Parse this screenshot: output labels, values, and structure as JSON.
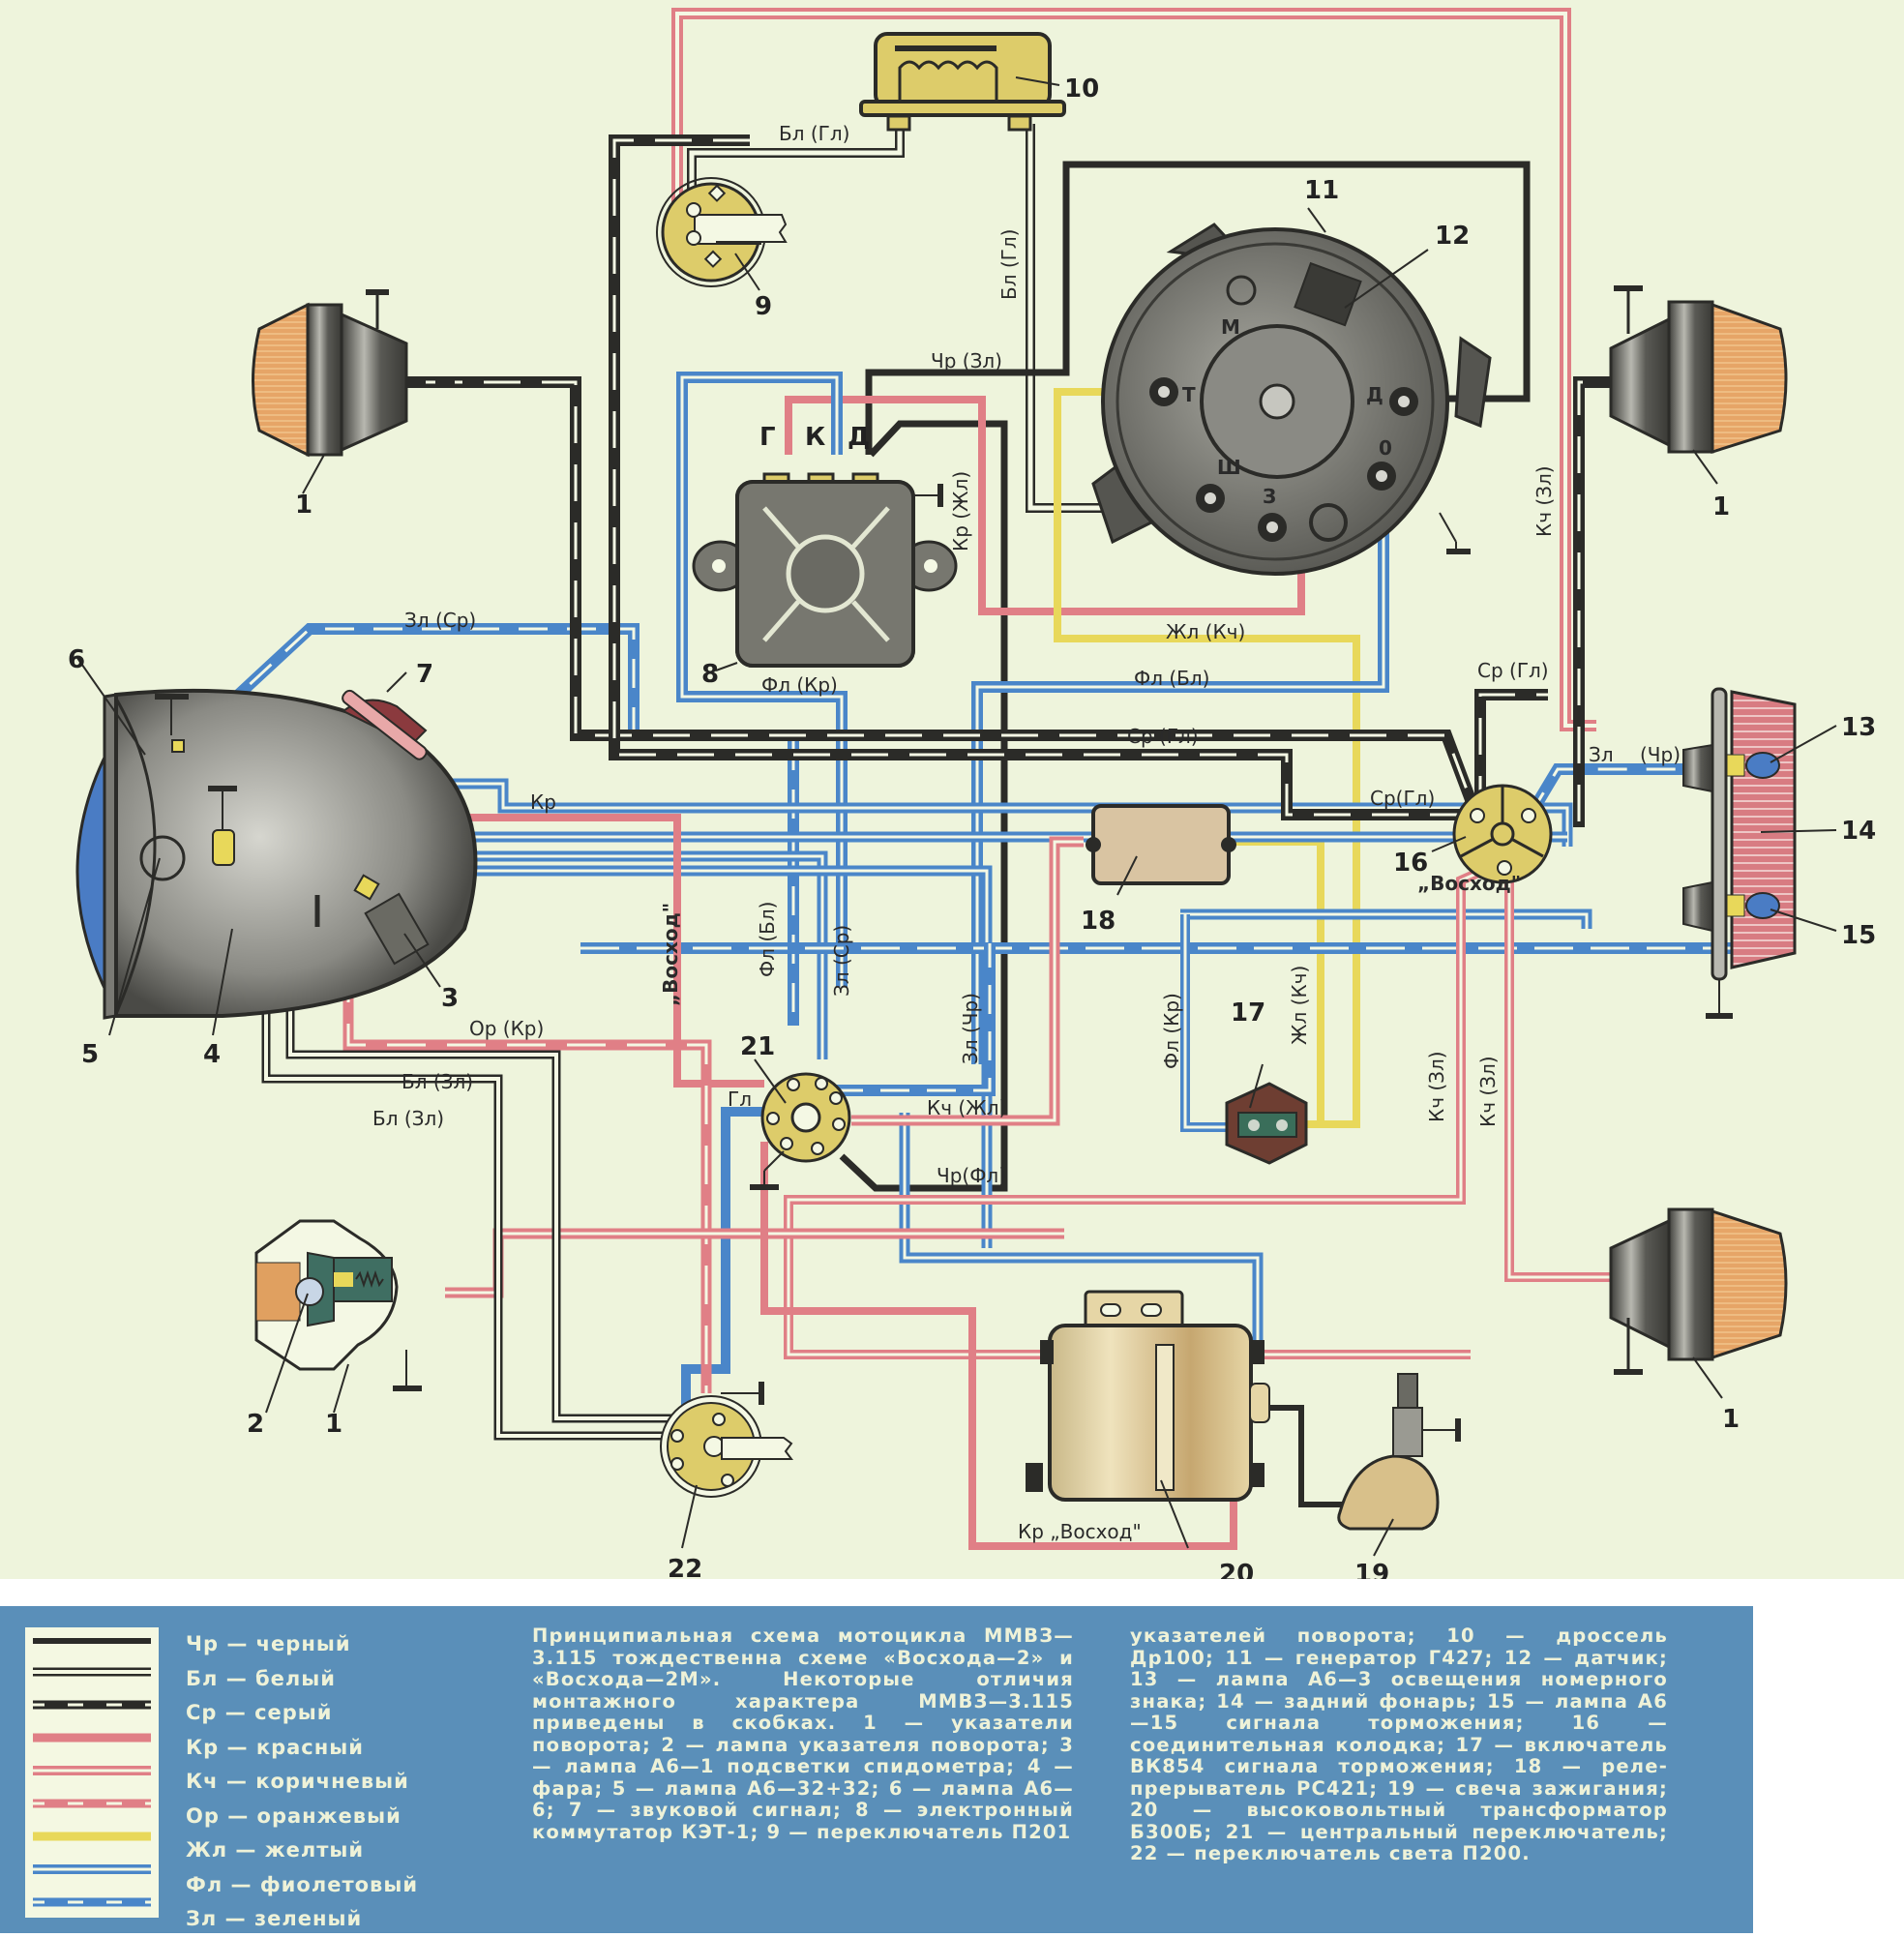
{
  "diagram": {
    "title": "Принципиальная схема мотоцикла ММВЗ-3.115",
    "component_numbers": [
      "1",
      "1",
      "1",
      "1",
      "2",
      "3",
      "4",
      "5",
      "6",
      "7",
      "8",
      "9",
      "10",
      "11",
      "12",
      "13",
      "14",
      "15",
      "16",
      "17",
      "18",
      "19",
      "20",
      "21",
      "22"
    ],
    "commutator_terminals": [
      "Г",
      "К",
      "Д"
    ],
    "generator_terminals": [
      "М",
      "Т",
      "Д",
      "Ш",
      "З",
      "0"
    ],
    "wire_labels": {
      "bl_gl_top": "Бл (Гл)",
      "bl_gl_vertical": "Бл (Гл)",
      "chr_zl": "Чр (Зл)",
      "kr_zhl": "Кр (Жл)",
      "kch_zl_right": "Кч (Зл)",
      "zl_sr": "Зл (Ср)",
      "zhl_kch": "Жл (Кч)",
      "fl_kr_top": "Фл (Кр)",
      "fl_bl": "Фл (Бл)",
      "sr_gl_upper": "Ср (Гл)",
      "sr_gl_right": "Ср (Гл)",
      "sr_gl_junction": "Ср(Гл)",
      "zl": "Зл",
      "chr": "(Чр)",
      "kr": "Кр",
      "voskhod_16": "„Восход\"",
      "voskhod_vertical": "„Восход\"",
      "fl_bl_vertical": "Фл (Бл)",
      "zl_sr_vertical": "Зл (Ср)",
      "zl_chr_vertical": "Зл (Чр)",
      "fl_kr_vertical": "Фл (Кр)",
      "zhl_kch_vertical": "Жл (Кч)",
      "kch_zl_a": "Кч (Зл)",
      "kch_zl_b": "Кч (Зл)",
      "or_kr": "Ор (Кр)",
      "bl_zl_a": "Бл (Зл)",
      "bl_zl_b": "Бл (Зл)",
      "gl": "Гл",
      "kch_zhl": "Кч (Жл)",
      "chr_fl": "Чр(Фл)",
      "kr_voskhod": "Кр „Восход\""
    },
    "wire_colors": {
      "black": "#2b2b28",
      "red": "#e07f86",
      "yellow": "#e8d85a",
      "blue": "#4a86c9",
      "white": "#f4f8e4",
      "component_yellow": "#ddcc6a",
      "lens_orange": "#e6a567",
      "metal": "#6d6d68",
      "tail_red": "#d87c82",
      "headlight_glass": "#4a7cc4"
    }
  },
  "legend": {
    "items": [
      {
        "code": "Чр",
        "name": "черный",
        "style": "solid-black"
      },
      {
        "code": "Бл",
        "name": "белый",
        "style": "double-black"
      },
      {
        "code": "Ср",
        "name": "серый",
        "style": "dashed-black"
      },
      {
        "code": "Кр",
        "name": "красный",
        "style": "solid-red"
      },
      {
        "code": "Кч",
        "name": "коричневый",
        "style": "double-red"
      },
      {
        "code": "Ор",
        "name": "оранжевый",
        "style": "dashed-red"
      },
      {
        "code": "Жл",
        "name": "желтый",
        "style": "solid-yellow"
      },
      {
        "code": "Фл",
        "name": "фиолетовый",
        "style": "double-blue"
      },
      {
        "code": "Зл",
        "name": "зеленый",
        "style": "dashed-blue"
      }
    ],
    "separator": "—"
  },
  "caption": {
    "left": "Принципиальная схема мотоцикла ММВЗ—3.115 тождественна схеме «Восхода—2» и «Восхода—2М». Некоторые отличия монтажного характера ММВЗ—3.115 приведены в скобках. 1 — указатели поворота; 2 — лампа указателя поворота; 3 — лампа А6—1 подсветки спидометра; 4 — фара; 5 — лампа А6—32+32; 6 — лампа А6—6; 7 — звуковой сигнал; 8 — электронный коммутатор КЭТ-1; 9 — переключатель П201",
    "right": "указателей поворота; 10 — дроссель Др100; 11 — генератор Г427; 12 — датчик; 13 — лампа А6—3 освещения номерного знака; 14 — задний фонарь; 15 — лампа А6—15 сигнала торможения; 16 — соединительная колодка; 17 — включатель ВК854 сигнала торможения; 18 — реле-прерыватель РС421; 19 — свеча зажигания; 20 — высоковольтный трансформатор Б300Б; 21 — центральный переключатель; 22 — переключатель света П200."
  }
}
